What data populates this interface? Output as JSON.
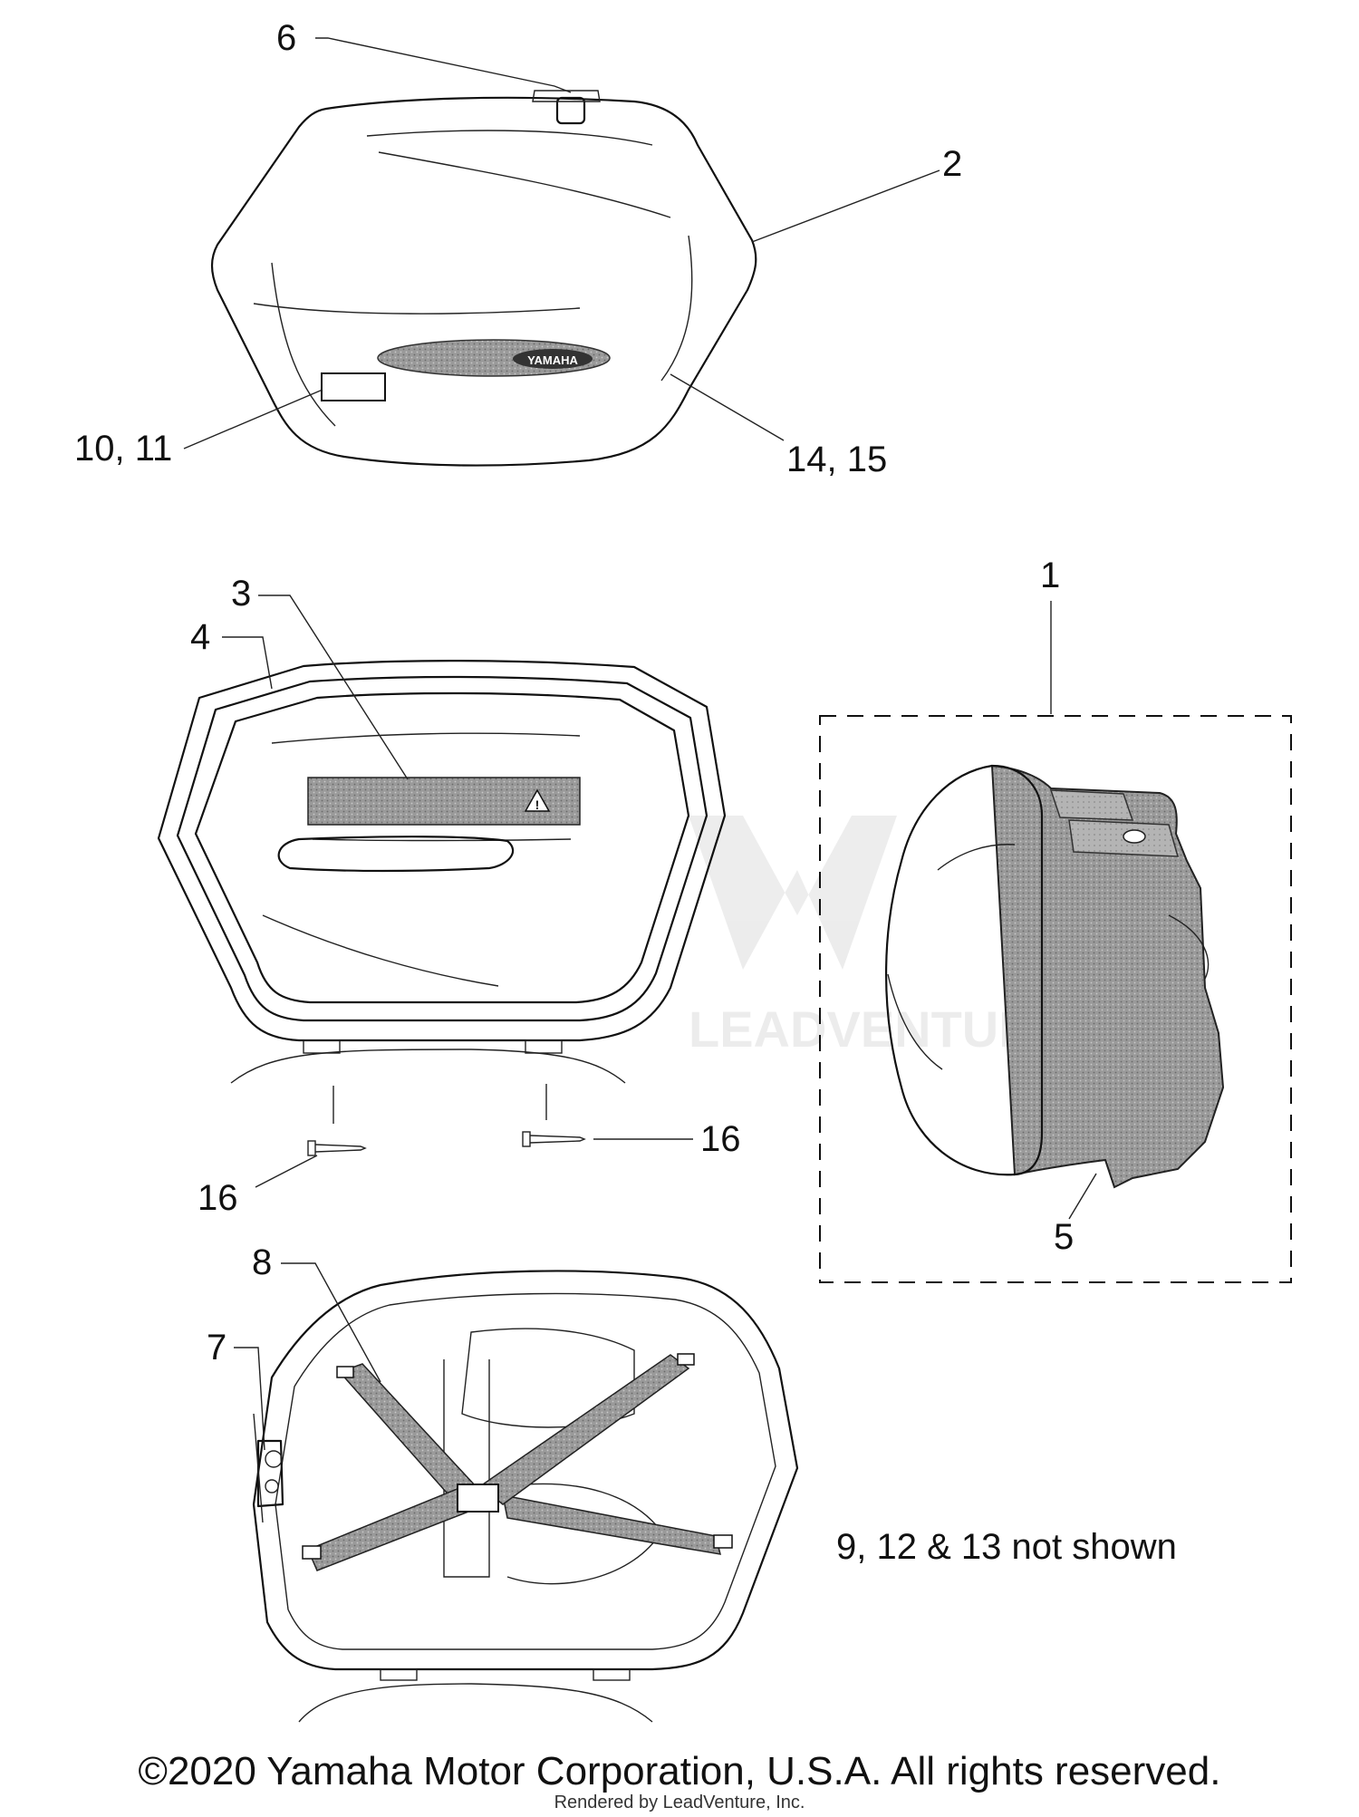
{
  "callouts": {
    "c1": "1",
    "c2": "2",
    "c3": "3",
    "c4": "4",
    "c5": "5",
    "c6": "6",
    "c7": "7",
    "c8": "8",
    "c10_11": "10, 11",
    "c14_15": "14, 15",
    "c16a": "16",
    "c16b": "16"
  },
  "emblem_text": "YAMAHA",
  "note": "9, 12 & 13 not shown",
  "watermark": "LEADVENTURE",
  "copyright": "©2020 Yamaha Motor Corporation, U.S.A. All rights reserved.",
  "render_credit": "Rendered by LeadVenture, Inc."
}
